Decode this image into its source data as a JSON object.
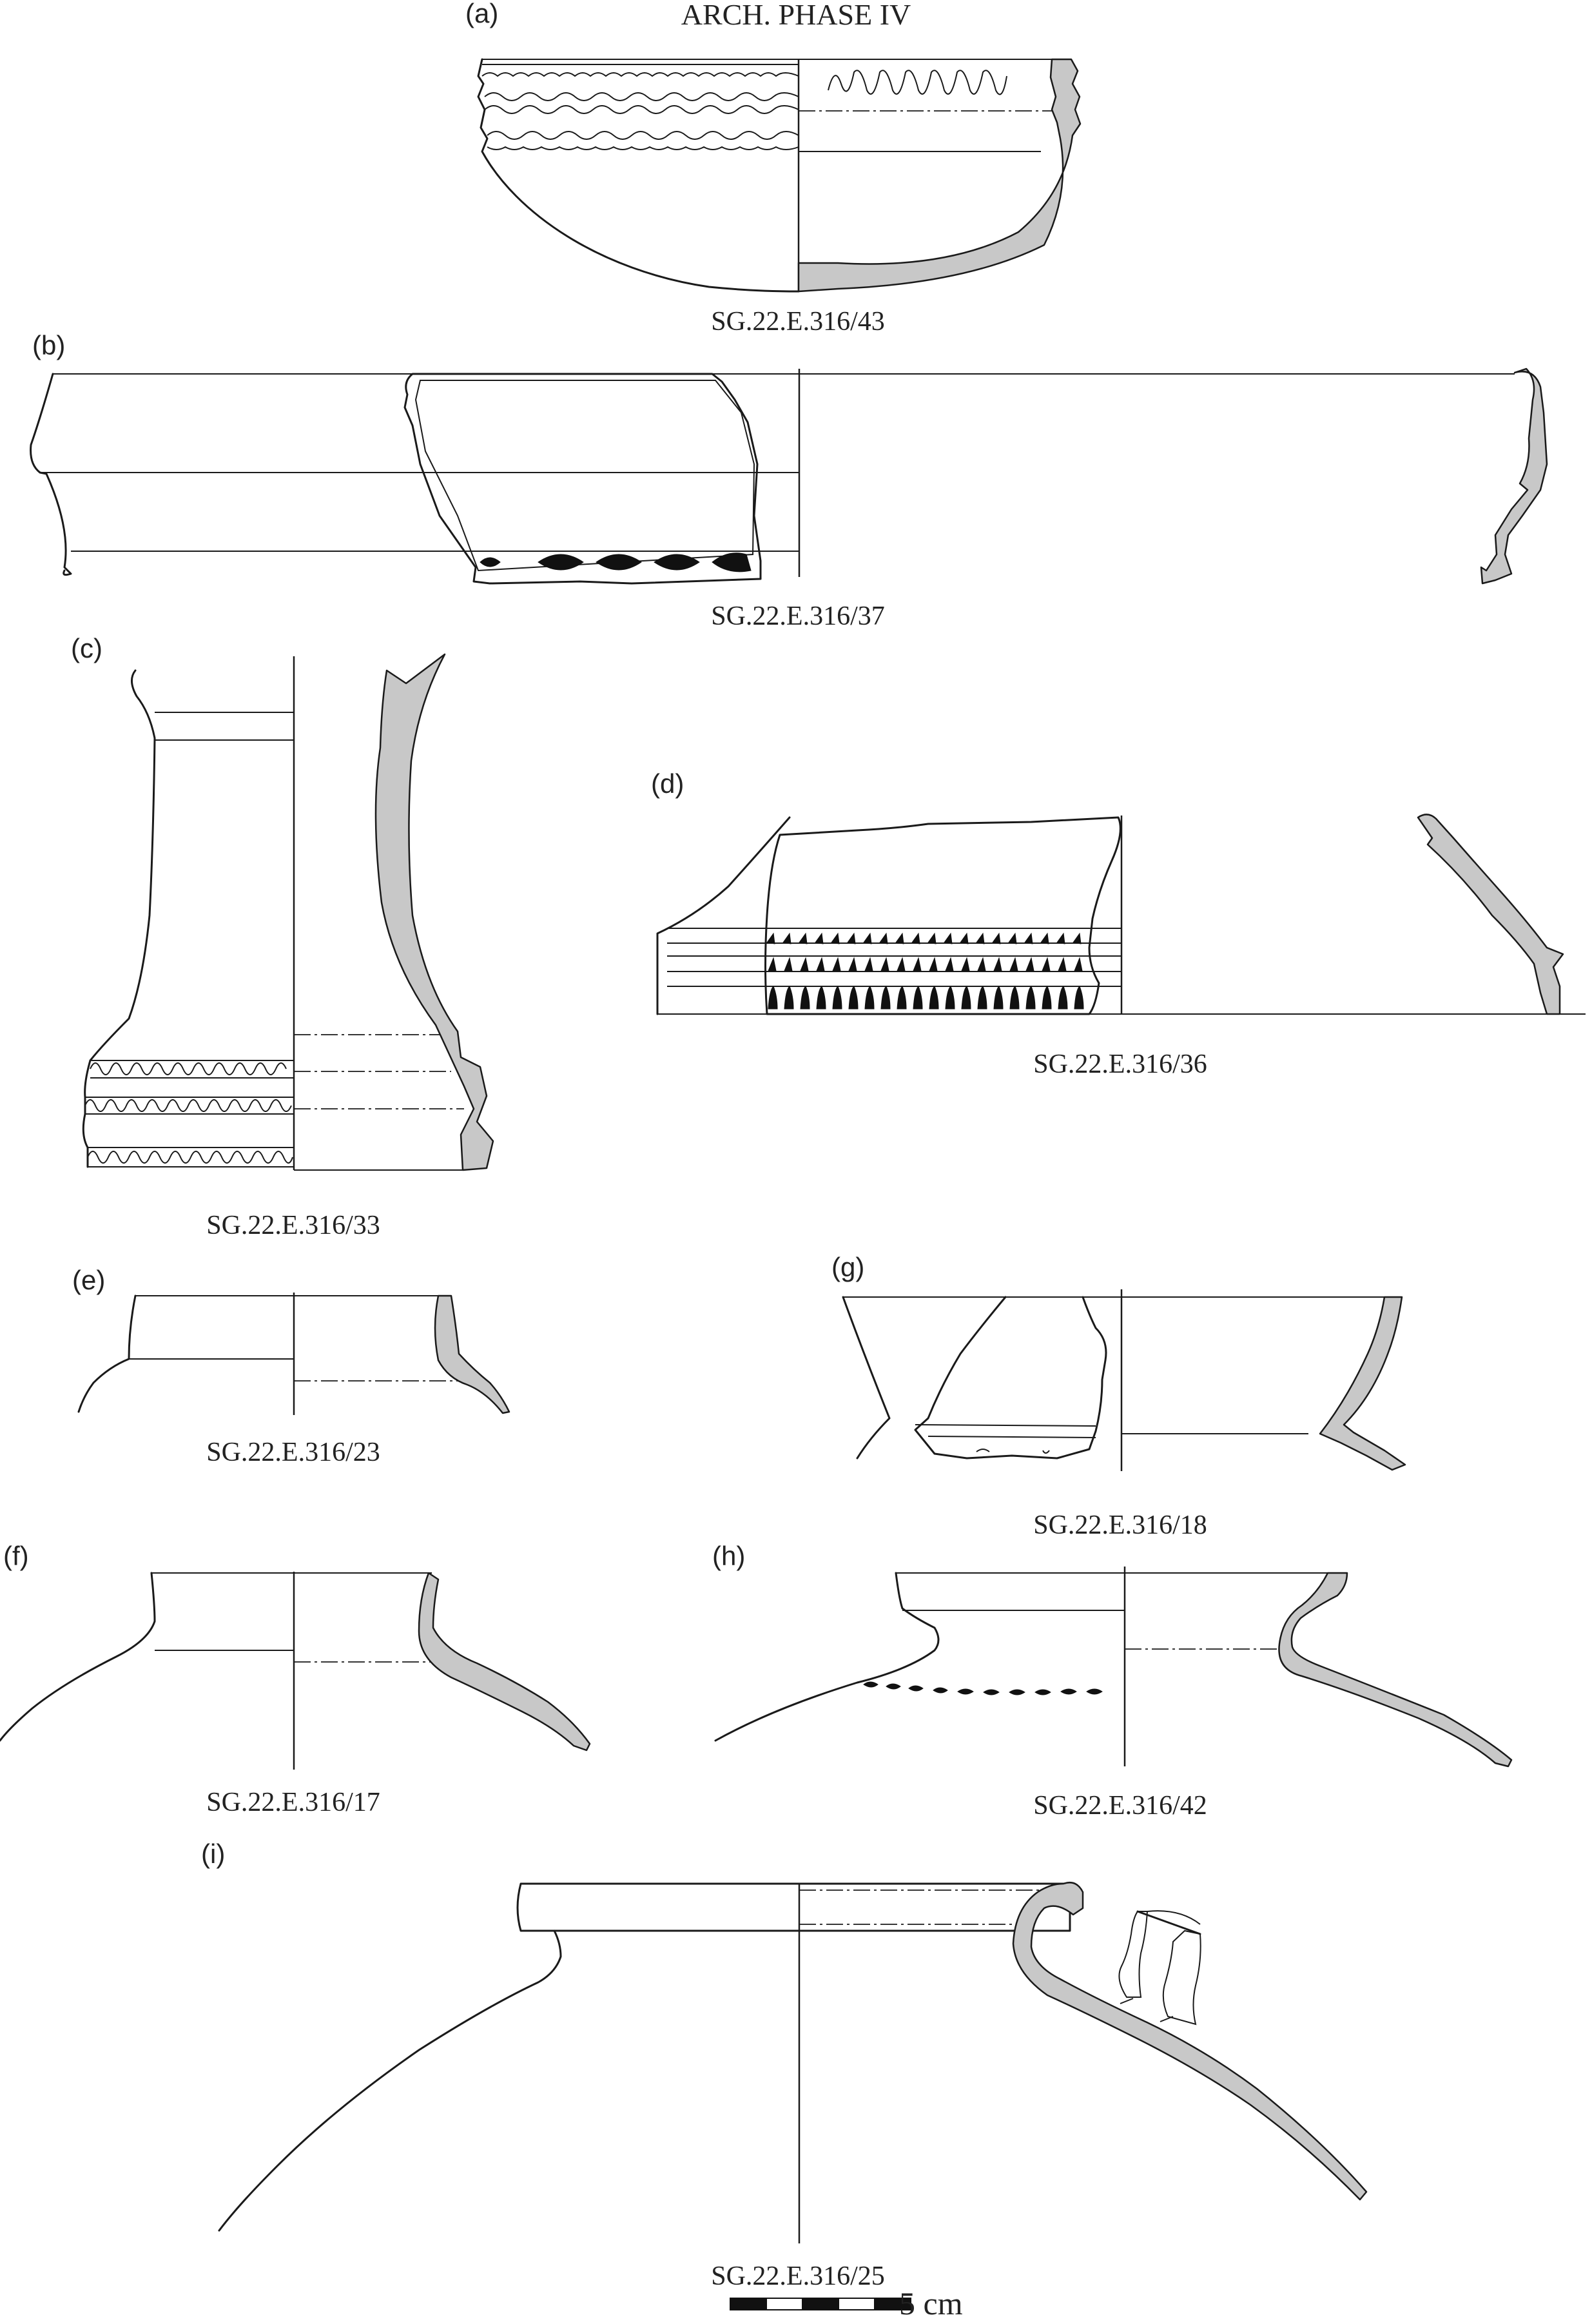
{
  "title": "ARCH. PHASE IV",
  "panels": [
    {
      "id": "a",
      "label": "(a)",
      "catalogue": "SG.22.E.316/43"
    },
    {
      "id": "b",
      "label": "(b)",
      "catalogue": "SG.22.E.316/37"
    },
    {
      "id": "c",
      "label": "(c)",
      "catalogue": "SG.22.E.316/33"
    },
    {
      "id": "d",
      "label": "(d)",
      "catalogue": "SG.22.E.316/36"
    },
    {
      "id": "e",
      "label": "(e)",
      "catalogue": "SG.22.E.316/23"
    },
    {
      "id": "f",
      "label": "(f)",
      "catalogue": "SG.22.E.316/17"
    },
    {
      "id": "g",
      "label": "(g)",
      "catalogue": "SG.22.E.316/18"
    },
    {
      "id": "h",
      "label": "(h)",
      "catalogue": "SG.22.E.316/42"
    },
    {
      "id": "i",
      "label": "(i)",
      "catalogue": "SG.22.E.316/25"
    }
  ],
  "scale_bar": {
    "label": "5 cm",
    "segments": 5
  },
  "colors": {
    "section_fill": "#c8c8c8",
    "ink": "#1a1a1a",
    "background": "#ffffff"
  }
}
